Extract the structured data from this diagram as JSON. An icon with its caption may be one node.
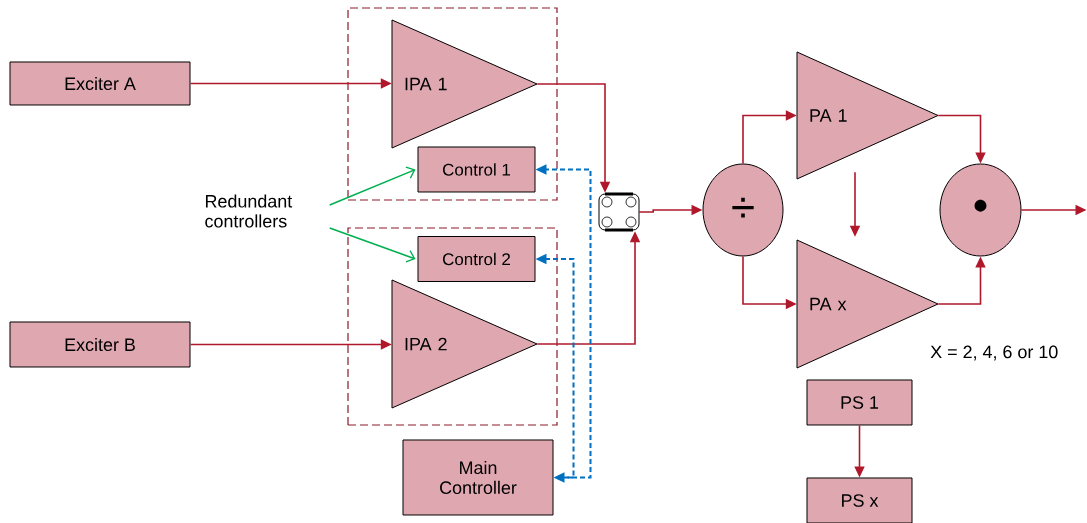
{
  "diagram": {
    "nodes": [
      {
        "text": [],
        "shape": "box"
      },
      {
        "text": [
          "IPA 1"
        ],
        "in": 0
      },
      {
        "text": [
          "Control 1"
        ],
        "in": 0
      },
      {
        "text": [],
        "shape": "box"
      },
      {
        "text": [
          "Control 2"
        ],
        "in": 3
      },
      {
        "text": [
          "IPA 2"
        ],
        "in": 3
      },
      {
        "text": [
          "Exciter A"
        ]
      },
      {
        "text": [
          "Exciter B"
        ]
      },
      {
        "text": [
          "Redundant controllers"
        ]
      },
      {
        "text": [
          "Main Controller"
        ]
      },
      {
        "text": [],
        "shape": "picture"
      },
      {
        "text": [
          "÷"
        ]
      },
      {
        "text": [
          "PA 1"
        ]
      },
      {
        "text": [
          "PA x"
        ]
      },
      {
        "text": [
          "•"
        ]
      },
      {
        "text": [
          "PS 1"
        ]
      },
      {
        "text": [
          "PS x"
        ]
      }
    ],
    "edges": [
      {
        "from": 6,
        "to": 1,
        "arrow": "to"
      },
      {
        "from": 7,
        "to": 5,
        "arrow": "to"
      },
      {
        "from": 1,
        "to": 10,
        "arrow": "to"
      },
      {
        "from": 5,
        "to": 10,
        "arrow": "to"
      },
      {
        "from": 10,
        "to": 11,
        "arrow": "to"
      },
      {
        "from": 11,
        "to": 12,
        "arrow": "to"
      },
      {
        "from": 11,
        "to": 13,
        "arrow": "to"
      },
      {
        "from": 12,
        "to": 14,
        "arrow": "to"
      },
      {
        "from": 13,
        "to": 14,
        "arrow": "to"
      },
      {
        "from": 14,
        "to": null,
        "arrow": "to"
      },
      {
        "from": 12,
        "to": 13,
        "arrow": "to"
      },
      {
        "from": 15,
        "to": 16,
        "arrow": "to"
      },
      {
        "from": 8,
        "to": 2,
        "arrow": "to",
        "color": "#00b050"
      },
      {
        "from": 8,
        "to": 4,
        "arrow": "to",
        "color": "#00b050"
      },
      {
        "from": 9,
        "to": 2,
        "arrow": "both",
        "style": "dashed",
        "color": "#0070c0"
      },
      {
        "from": 9,
        "to": 4,
        "arrow": "to",
        "style": "dashed",
        "color": "#0070c0"
      }
    ],
    "labels": [
      "X = 2, 4, 6 or 10"
    ]
  }
}
